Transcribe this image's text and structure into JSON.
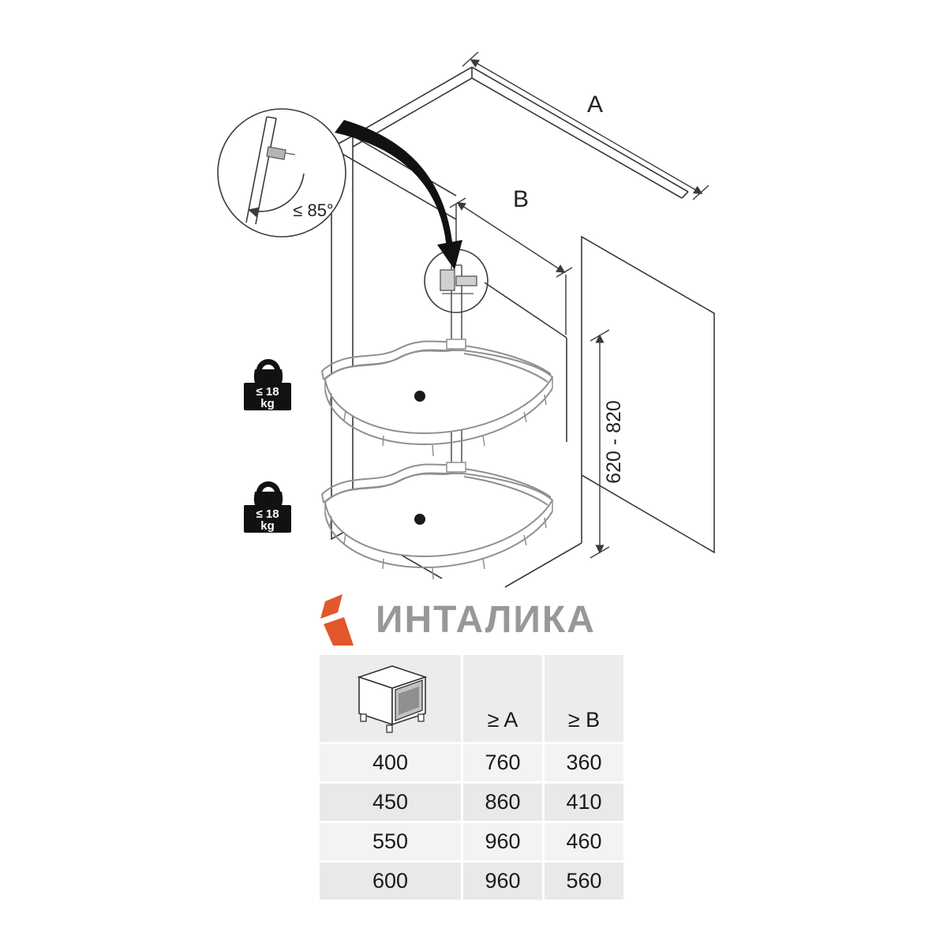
{
  "drawing": {
    "dim_a_label": "A",
    "dim_b_label": "B",
    "height_range_label": "620 - 820",
    "angle_label": "≤ 85°",
    "weight_limit": {
      "line1": "≤ 18",
      "line2": "kg"
    }
  },
  "logo": {
    "text": "ИНТАЛИКА"
  },
  "colors": {
    "accent": "#E2572B",
    "logo_text": "#97989A"
  },
  "table": {
    "headers": {
      "col_a": "≥ A",
      "col_b": "≥ B"
    },
    "rows": [
      {
        "size": "400",
        "a": "760",
        "b": "360"
      },
      {
        "size": "450",
        "a": "860",
        "b": "410"
      },
      {
        "size": "550",
        "a": "960",
        "b": "460"
      },
      {
        "size": "600",
        "a": "960",
        "b": "560"
      }
    ]
  }
}
